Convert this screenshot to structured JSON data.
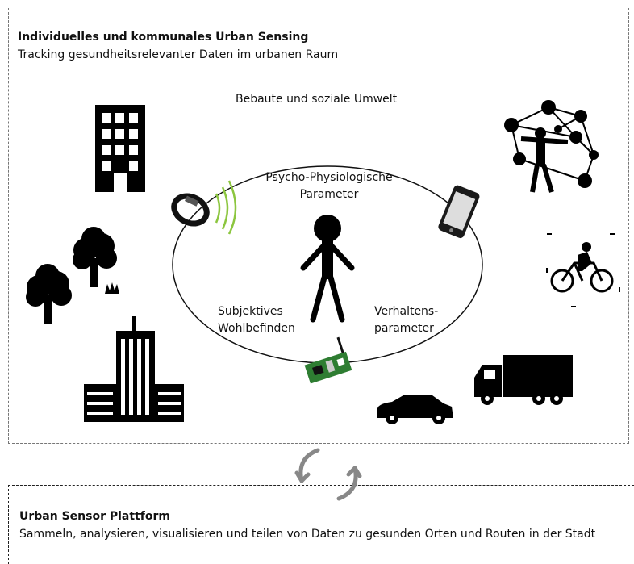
{
  "top_section": {
    "title": "Individuelles und kommunales Urban Sensing",
    "subtitle": "Tracking gesundheitsrelevanter Daten im urbanen Raum"
  },
  "outer_label": "Bebaute und soziale Umwelt",
  "inner_labels": {
    "psycho_line1": "Psycho-Physiologische",
    "psycho_line2": "Parameter",
    "subjective_line1": "Subjektives",
    "subjective_line2": "Wohlbefinden",
    "behavior_line1": "Verhaltens-",
    "behavior_line2": "parameter"
  },
  "bottom_section": {
    "title": "Urban Sensor Plattform",
    "subtitle": "Sammeln, analysieren, visualisieren und teilen von Daten zu gesunden Orten und Routen in der Stadt"
  },
  "icons": [
    "building-icon",
    "network-people-icon",
    "wristband-icon",
    "smartphone-icon",
    "trees-icon",
    "cyclist-icon",
    "person-icon",
    "skyscraper-icon",
    "sensor-board-icon",
    "car-icon",
    "truck-icon",
    "sync-arrows-icon"
  ],
  "colors": {
    "icon": "#000000",
    "arrow": "#888888",
    "signal": "#8cc63f"
  }
}
